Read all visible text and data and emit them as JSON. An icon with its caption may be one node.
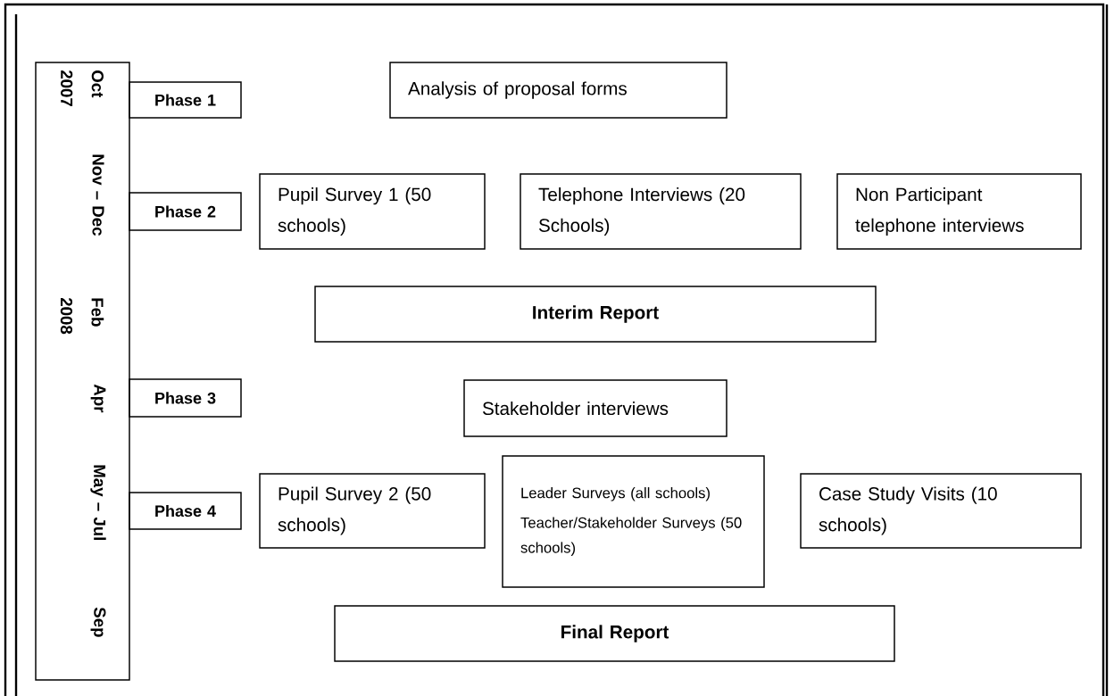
{
  "diagram": {
    "nodes": [
      {
        "text": [
          "Oct 2007",
          "Nov – Dec",
          "Feb 2008",
          "Apr",
          "May – Jul",
          "Sep"
        ]
      },
      {
        "text": [
          "Phase 1"
        ]
      },
      {
        "text": [
          "Phase 2"
        ]
      },
      {
        "text": [
          "Phase 3"
        ]
      },
      {
        "text": [
          "Phase 4"
        ]
      },
      {
        "text": [
          "Analysis of proposal forms"
        ]
      },
      {
        "text": [
          "Pupil Survey 1 (50 schools)"
        ]
      },
      {
        "text": [
          "Telephone Interviews (20 Schools)"
        ]
      },
      {
        "text": [
          "Non Participant telephone interviews"
        ]
      },
      {
        "text": [
          "Interim Report"
        ]
      },
      {
        "text": [
          "Stakeholder interviews"
        ]
      },
      {
        "text": [
          "Pupil Survey 2 (50 schools)"
        ]
      },
      {
        "text": [
          "Leader Surveys (all schools)",
          "Teacher/Stakeholder Surveys (50 schools)"
        ]
      },
      {
        "text": [
          "Case Study Visits (10 schools)"
        ]
      },
      {
        "text": [
          "Final Report"
        ]
      }
    ],
    "edges": []
  }
}
